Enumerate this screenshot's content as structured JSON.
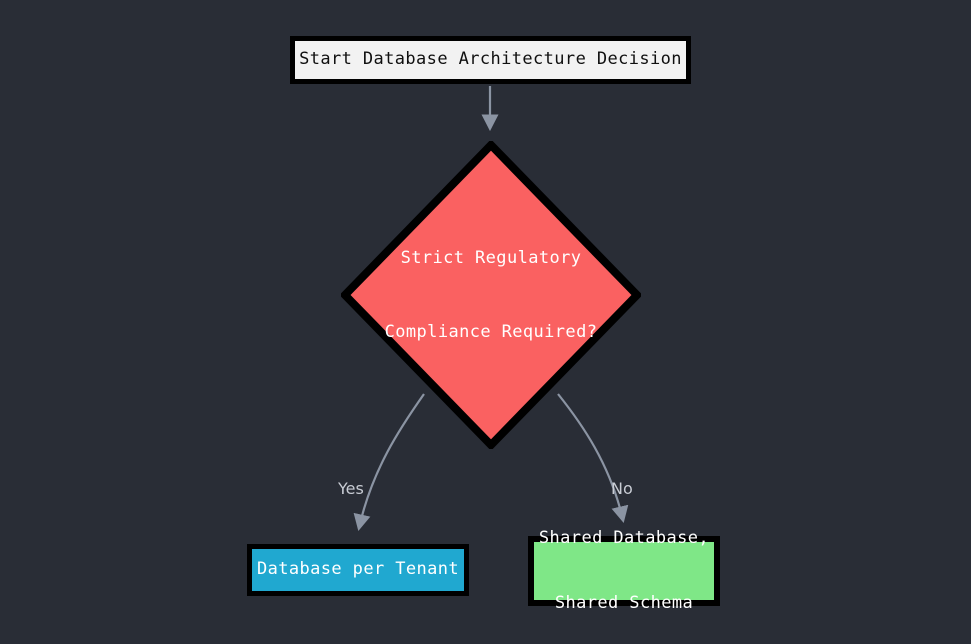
{
  "diagram": {
    "title": "Database Architecture Decision Flowchart",
    "type": "decision-flowchart",
    "background_color": "#292d36",
    "edge_color": "#8b94a3",
    "nodes": [
      {
        "id": "start",
        "shape": "rectangle",
        "label": "Start Database Architecture Decision",
        "fill": "#f2f2f2",
        "text_color": "#101010",
        "border_color": "#000000"
      },
      {
        "id": "decision",
        "shape": "diamond",
        "label_line1": "Strict Regulatory",
        "label_line2": "Compliance Required?",
        "fill": "#fa6161",
        "text_color": "#ffffff",
        "border_color": "#000000"
      },
      {
        "id": "database-per-tenant",
        "shape": "rectangle",
        "label": "Database per Tenant",
        "fill": "#20a8d0",
        "text_color": "#ffffff",
        "border_color": "#000000"
      },
      {
        "id": "shared-database-shared-schema",
        "shape": "rectangle",
        "label_line1": "Shared Database,",
        "label_line2": "Shared Schema",
        "fill": "#7fe787",
        "text_color": "#ffffff",
        "border_color": "#000000"
      }
    ],
    "edges": [
      {
        "id": "start-to-decision",
        "from": "start",
        "to": "decision",
        "label": ""
      },
      {
        "id": "decision-yes",
        "from": "decision",
        "to": "database-per-tenant",
        "label": "Yes"
      },
      {
        "id": "decision-no",
        "from": "decision",
        "to": "shared-database-shared-schema",
        "label": "No"
      }
    ]
  }
}
